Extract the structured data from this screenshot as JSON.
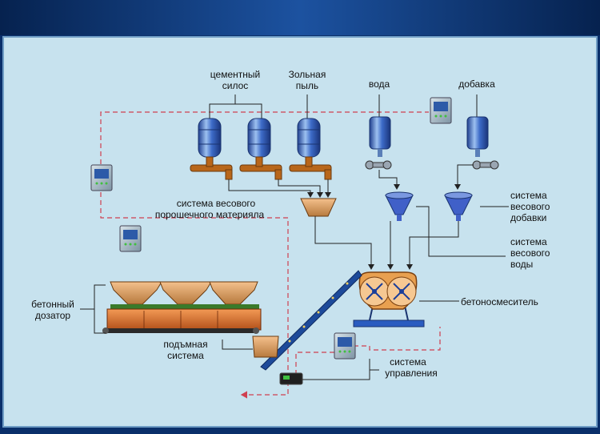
{
  "labels": {
    "cement_silo_l1": "цементный",
    "cement_silo_l2": "силос",
    "ash_l1": "Зольная",
    "ash_l2": "пыль",
    "water": "вода",
    "additive": "добавка",
    "powder_weigh_l1": "система весового",
    "powder_weigh_l2": "порошечного материяла",
    "additive_weigh_l1": "система",
    "additive_weigh_l2": "весового",
    "additive_weigh_l3": "добавки",
    "water_weigh_l1": "система",
    "water_weigh_l2": "весового",
    "water_weigh_l3": "воды",
    "mixer": "бетоносмеситель",
    "aggregate_l1": "бетонный",
    "aggregate_l2": "дозатор",
    "lift_l1": "подъмная",
    "lift_l2": "система",
    "control_l1": "система",
    "control_l2": "управления"
  },
  "colors": {
    "background": "#c7e2ee",
    "banner": "#0a2f6a",
    "red_dashed": "#d04050",
    "tank": "#3a6fc4",
    "pipe": "#b8661a",
    "hopper": "#d8a070",
    "belt": "#e07030"
  }
}
